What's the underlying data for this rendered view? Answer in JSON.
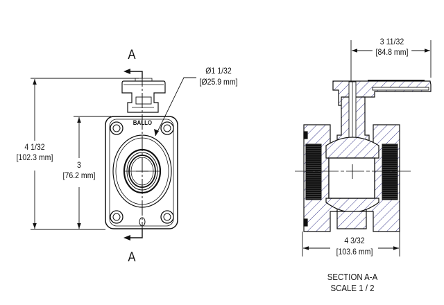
{
  "drawing": {
    "front_view": {
      "section_marker_top": "A",
      "section_marker_bottom": "A",
      "logo_text": "BALLO",
      "dim_overall_height": {
        "imperial": "4 1/32",
        "metric": "[102.3 mm]"
      },
      "dim_body_height": {
        "imperial": "3",
        "metric": "[76.2 mm]"
      },
      "dim_bore": {
        "imperial": "Ø1 1/32",
        "metric": "[Ø25.9 mm]"
      }
    },
    "section_view": {
      "dim_handle_length": {
        "imperial": "3 11/32",
        "metric": "[84.8 mm]"
      },
      "dim_body_length": {
        "imperial": "4 3/32",
        "metric": "[103.6 mm]"
      },
      "title": "SECTION A-A",
      "scale": "SCALE 1 / 2"
    },
    "colors": {
      "line": "#111111",
      "hatch": "#3a3a8c",
      "background": "#ffffff"
    }
  }
}
